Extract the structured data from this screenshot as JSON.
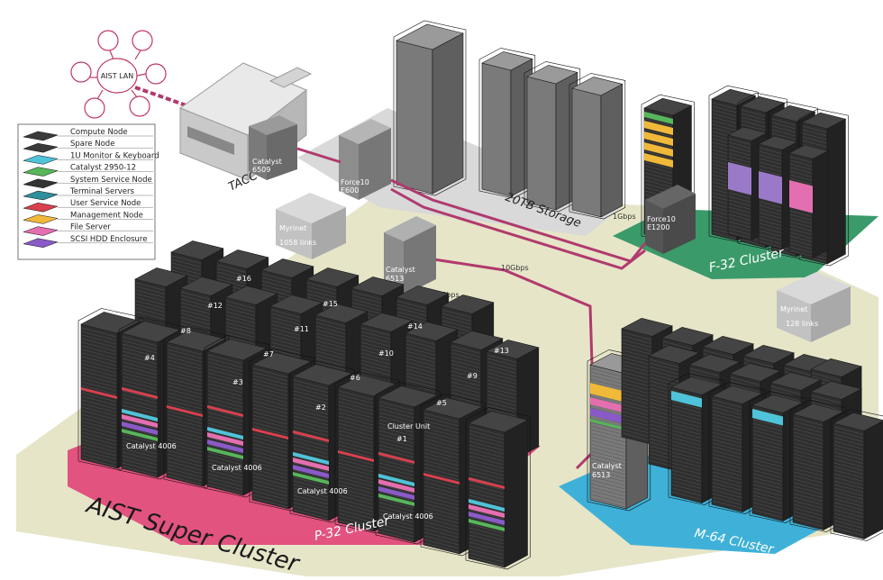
{
  "diagram": {
    "title": "AIST Super Cluster",
    "aist_lan": "AIST LAN",
    "tacc": "TACC",
    "storage": "20TB Storage",
    "zones": {
      "f32": "F-32 Cluster",
      "p32": "P-32 Cluster",
      "m64": "M-64 Cluster"
    },
    "switches": {
      "catalyst6509": [
        "Catalyst",
        "6509"
      ],
      "force10_e600": [
        "Force10",
        "E600"
      ],
      "force10_e1200": [
        "Force10",
        "E1200"
      ],
      "myrinet_1058": [
        "Myrinet",
        "1058 links"
      ],
      "catalyst6513_main": [
        "Catalyst",
        "6513"
      ],
      "myrinet_128": [
        "Myrinet",
        "128 links"
      ],
      "catalyst6513_m64": [
        "Catalyst",
        "6513"
      ]
    },
    "links": {
      "gbps1": "1Gbps",
      "gbps10": "10Gbps",
      "gbps6": "6Gbps"
    },
    "rack_numbers": [
      "#1",
      "#2",
      "#3",
      "#4",
      "#5",
      "#6",
      "#7",
      "#8",
      "#9",
      "#10",
      "#11",
      "#12",
      "#13",
      "#14",
      "#15",
      "#16"
    ],
    "p32_rack_label": "Catalyst 4006",
    "cluster_unit": "Cluster Unit"
  },
  "legend": {
    "items": [
      {
        "label": "Compute Node",
        "color": "#3a3a3a"
      },
      {
        "label": "Spare Node",
        "color": "#3a3a3a"
      },
      {
        "label": "1U Monitor & Keyboard",
        "color": "#4fc3d9"
      },
      {
        "label": "Catalyst 2950-12",
        "color": "#57b65a"
      },
      {
        "label": "System Service Node",
        "color": "#333333"
      },
      {
        "label": "Terminal Servers",
        "color": "#2e8f9a"
      },
      {
        "label": "User Service Node",
        "color": "#d8404e"
      },
      {
        "label": "Management Node",
        "color": "#f1b93a"
      },
      {
        "label": "File Server",
        "color": "#e46fb0"
      },
      {
        "label": "SCSI HDD Enclosure",
        "color": "#8a5ac8"
      }
    ]
  },
  "colors": {
    "floor": "#e6e5c8",
    "p32": "#e2537f",
    "f32": "#3a9a6a",
    "m64": "#3fb1d8",
    "cable": "#b03a6e",
    "rack": "#2f2f2f",
    "switch": "#8a8a8a"
  }
}
